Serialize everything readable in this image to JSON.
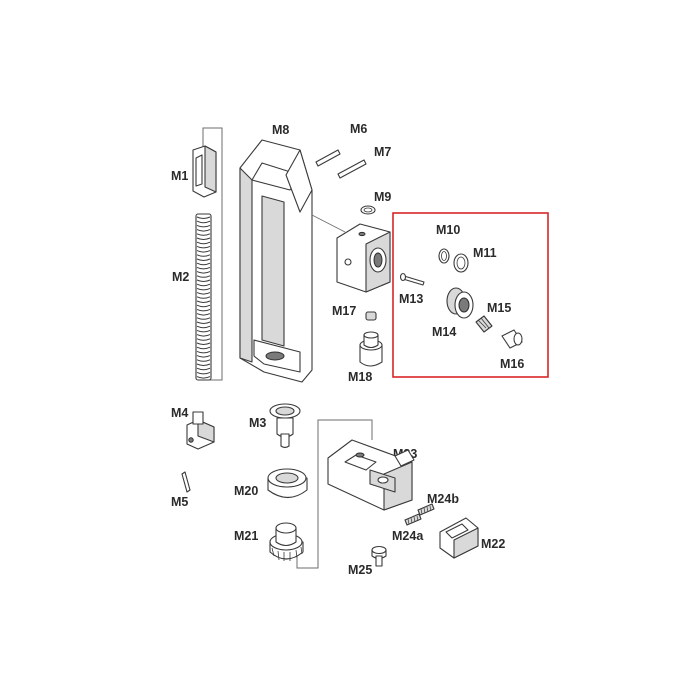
{
  "diagram": {
    "highlight_color": "#d8262a",
    "labels": {
      "M1": "M1",
      "M2": "M2",
      "M3": "M3",
      "M4": "M4",
      "M5": "M5",
      "M6": "M6",
      "M7": "M7",
      "M8": "M8",
      "M9": "M9",
      "M10": "M10",
      "M11": "M11",
      "M13": "M13",
      "M14": "M14",
      "M15": "M15",
      "M16": "M16",
      "M17": "M17",
      "M18": "M18",
      "M20": "M20",
      "M21": "M21",
      "M22": "M22",
      "M23": "M23",
      "M24a": "M24a",
      "M24b": "M24b",
      "M25": "M25"
    }
  }
}
